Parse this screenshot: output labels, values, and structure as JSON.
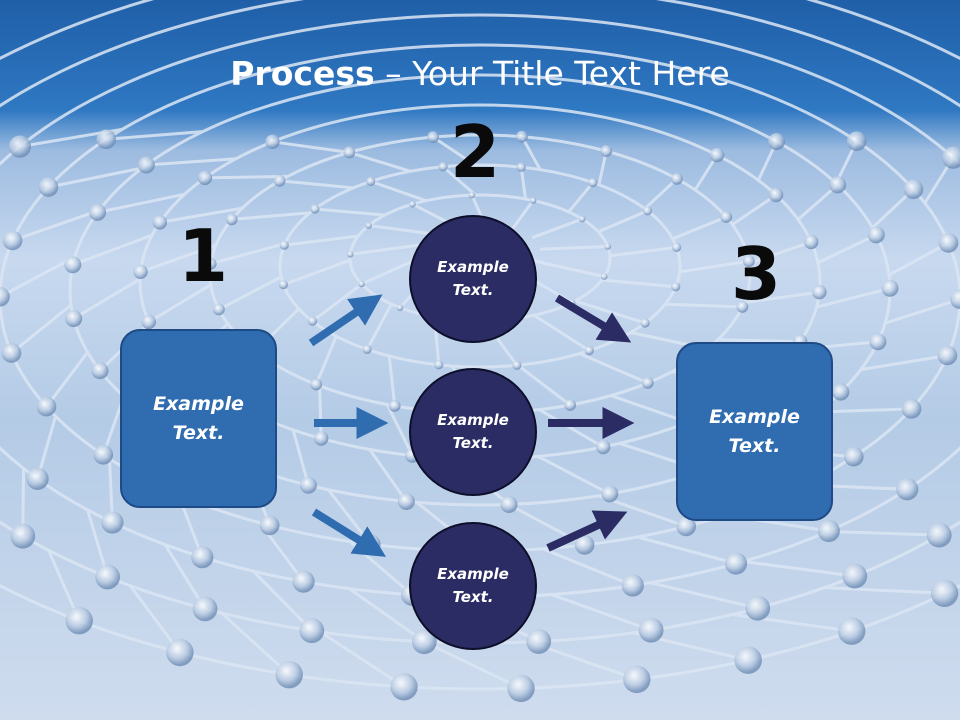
{
  "title": {
    "bold": "Process",
    "rest": " – Your Title Text Here"
  },
  "steps": [
    {
      "number": "1",
      "label": "Example\nText."
    },
    {
      "number": "2",
      "labels": [
        "Example\nText.",
        "Example\nText.",
        "Example\nText."
      ]
    },
    {
      "number": "3",
      "label": "Example\nText."
    }
  ],
  "colors": {
    "header": "#2f78c2",
    "box_fill": "#2f6cb0",
    "circle_fill": "#2a2c63",
    "arrow_light": "#2f6cb0",
    "arrow_dark": "#2a2c63"
  }
}
